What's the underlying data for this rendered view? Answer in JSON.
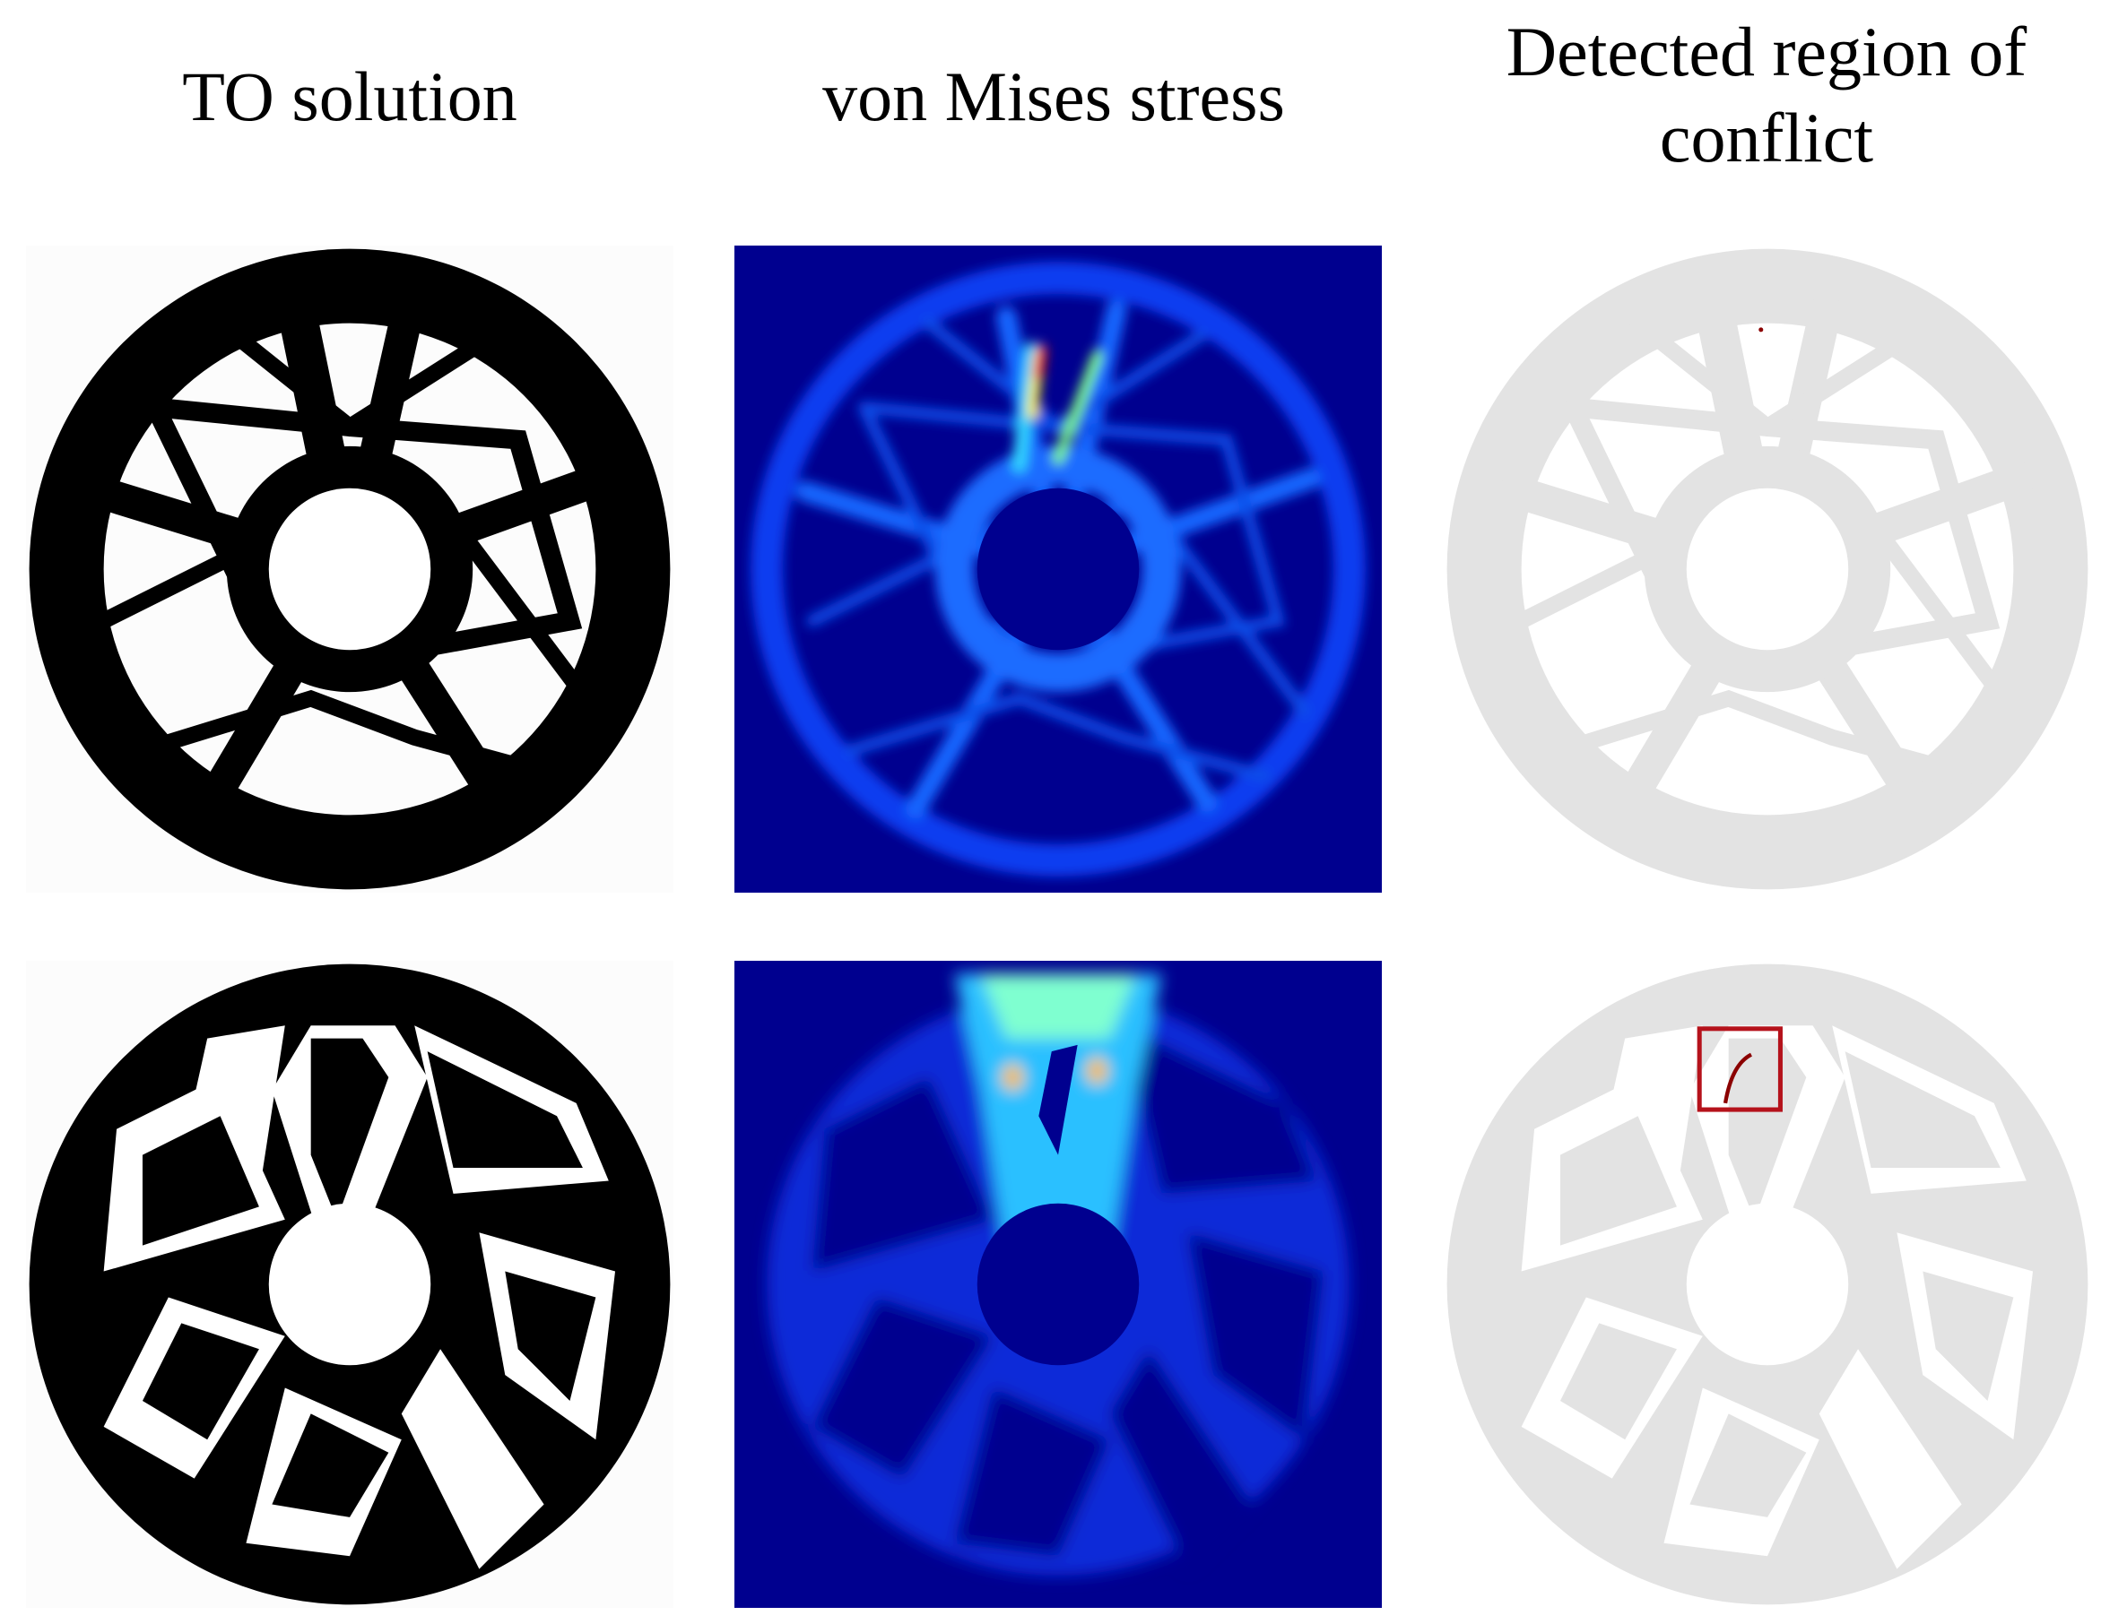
{
  "headers": {
    "col1": "TO solution",
    "col2": "von Mises stress",
    "col3_line1": "Detected region of",
    "col3_line2": "conflict"
  },
  "colors": {
    "solid_black": "#000000",
    "detected_gray": "#e3e3e3",
    "stress_background": "#00008f",
    "conflict_box": "#b5121b",
    "conflict_curve": "#8b0000"
  },
  "rows": 2,
  "columns": [
    "TO solution",
    "von Mises stress",
    "Detected region of conflict"
  ]
}
